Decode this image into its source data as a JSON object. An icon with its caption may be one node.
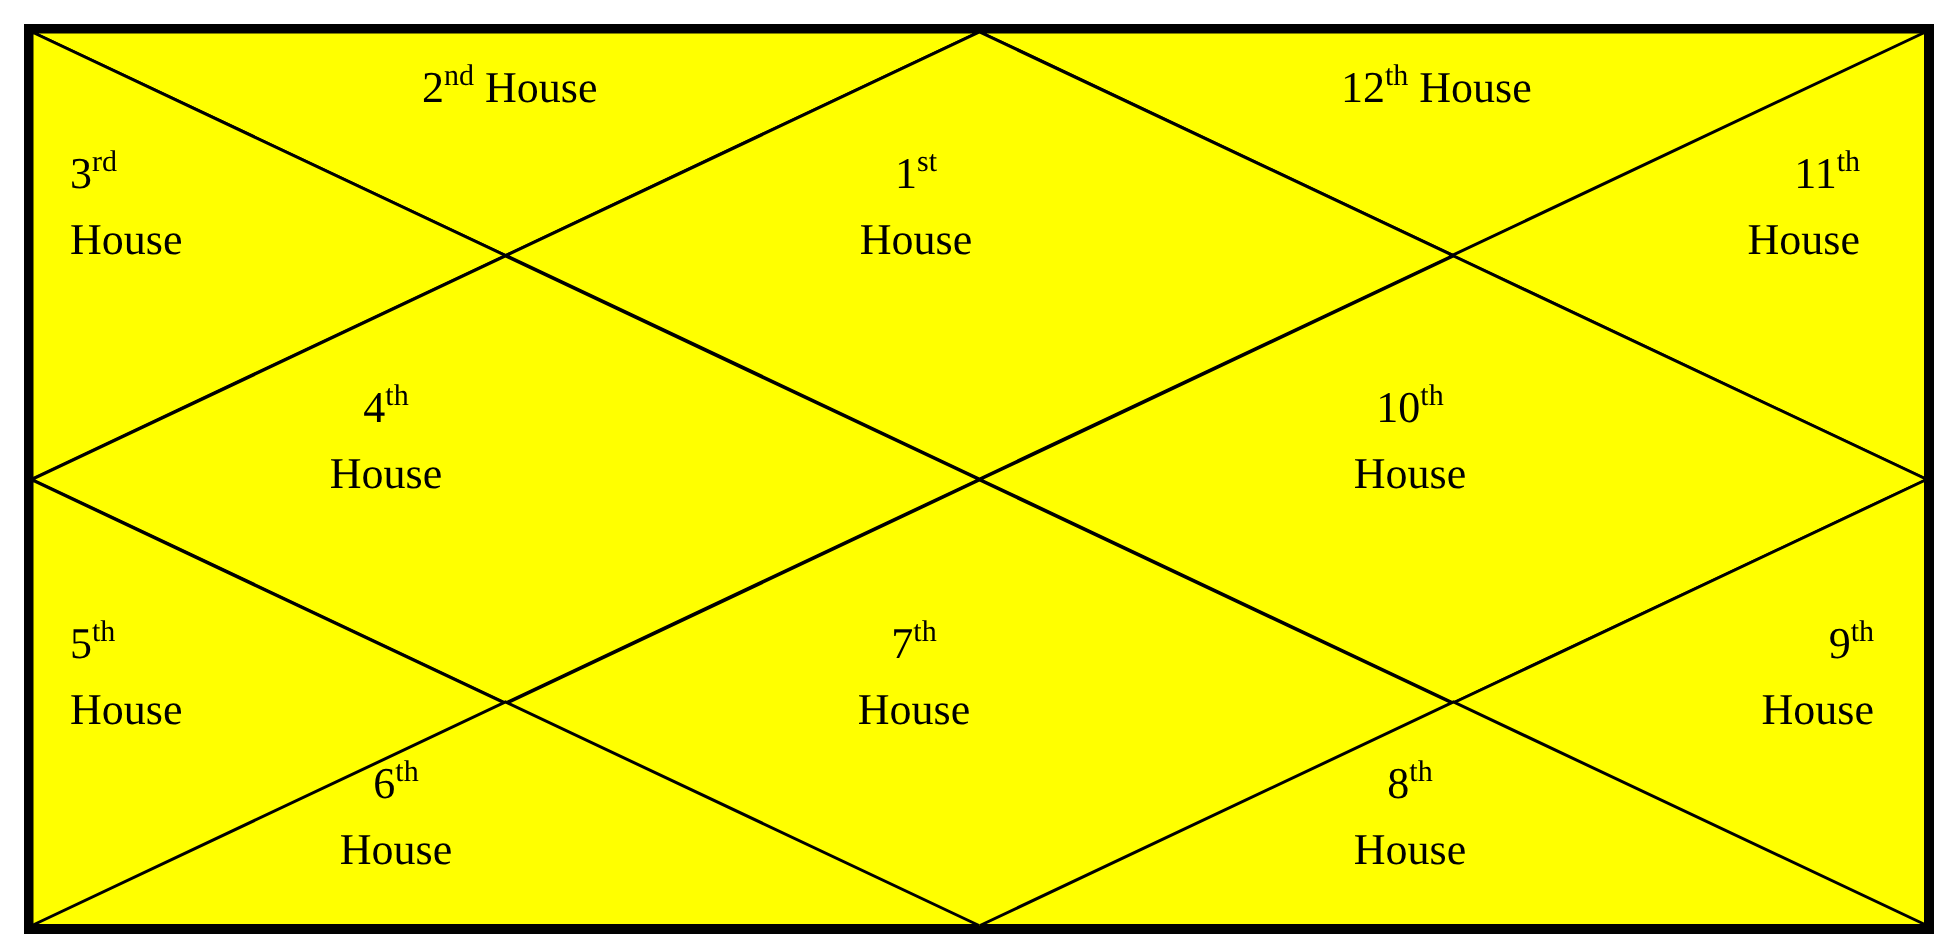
{
  "diagram": {
    "nodes": [
      {
        "text": [
          "2$^{nd}$ House"
        ]
      },
      {
        "text": [
          "12$^{th}$ House"
        ]
      },
      {
        "text": [
          "3$^{rd}$ House"
        ]
      },
      {
        "text": [
          "1$^{st}$ House"
        ]
      },
      {
        "text": [
          "11$^{th}$ House"
        ]
      },
      {
        "text": [
          "4$^{th}$ House"
        ]
      },
      {
        "text": [
          "10$^{th}$ House"
        ]
      },
      {
        "text": [
          "5$^{th}$ House"
        ]
      },
      {
        "text": [
          "7$^{th}$ House"
        ]
      },
      {
        "text": [
          "9$^{th}$ House"
        ]
      },
      {
        "text": [
          "6$^{th}$ House"
        ]
      },
      {
        "text": [
          "8$^{th}$ House"
        ]
      }
    ]
  }
}
